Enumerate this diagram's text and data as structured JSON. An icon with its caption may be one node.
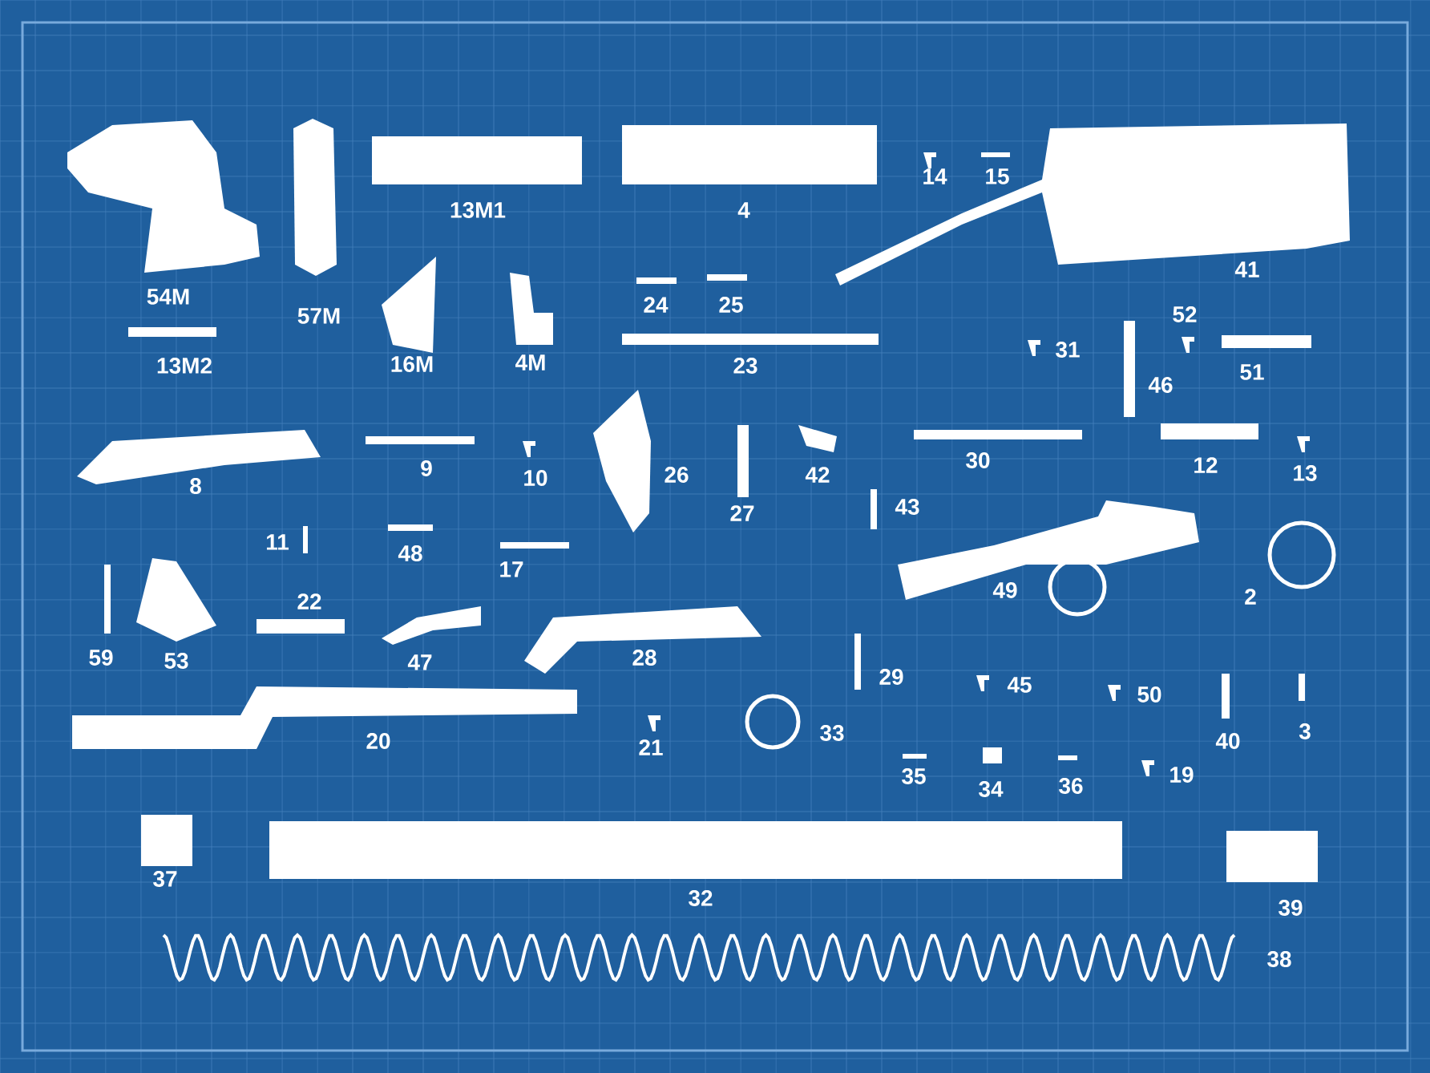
{
  "diagram": {
    "labels": [
      "54M",
      "57M",
      "13M1",
      "4",
      "14",
      "15",
      "41",
      "13M2",
      "16M",
      "4M",
      "24",
      "25",
      "23",
      "52",
      "31",
      "51",
      "46",
      "8",
      "9",
      "10",
      "26",
      "27",
      "42",
      "30",
      "12",
      "13",
      "43",
      "11",
      "48",
      "17",
      "22",
      "49",
      "2",
      "59",
      "53",
      "47",
      "28",
      "29",
      "45",
      "50",
      "40",
      "3",
      "20",
      "21",
      "33",
      "35",
      "34",
      "36",
      "19",
      "37",
      "32",
      "39",
      "38"
    ]
  }
}
